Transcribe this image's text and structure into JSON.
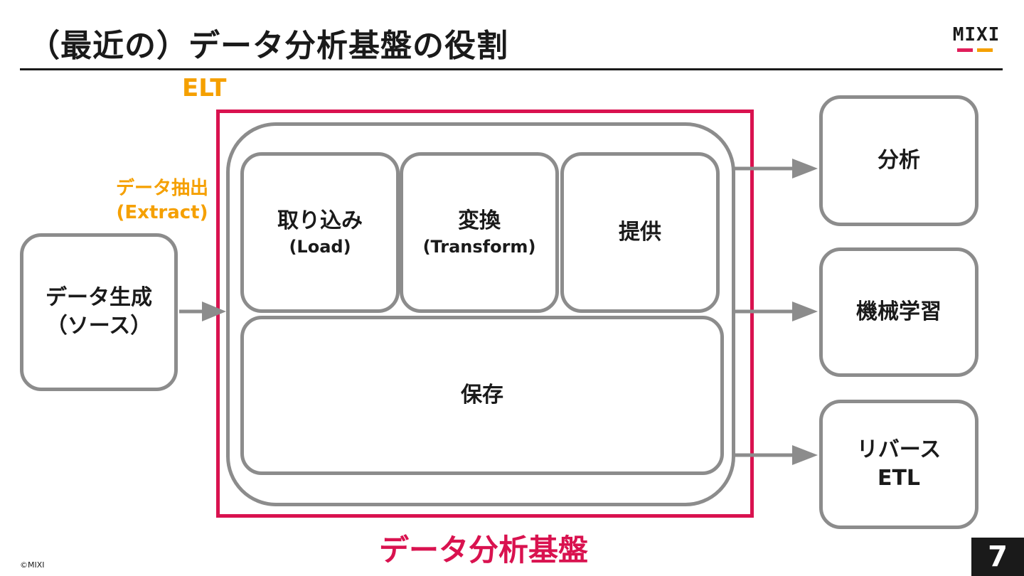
{
  "slide": {
    "title": "（最近の）データ分析基盤の役割",
    "logo_text": "MIXI",
    "copyright": "©MIXI",
    "page_number": "7"
  },
  "diagram": {
    "elt_label": "ELT",
    "extract_label_line1": "データ抽出",
    "extract_label_line2": "(Extract)",
    "source": {
      "line1": "データ生成",
      "line2": "（ソース）"
    },
    "load": {
      "title": "取り込み",
      "subtitle": "(Load)"
    },
    "transform": {
      "title": "変換",
      "subtitle": "(Transform)"
    },
    "provide": {
      "title": "提供"
    },
    "storage": {
      "title": "保存"
    },
    "platform_label": "データ分析基盤",
    "outputs": [
      {
        "line1": "分析",
        "line2": ""
      },
      {
        "line1": "機械学習",
        "line2": ""
      },
      {
        "line1": "リバース",
        "line2": "ETL"
      }
    ]
  },
  "colors": {
    "accent_red": "#d9124f",
    "accent_orange": "#f5a000",
    "box_gray": "#8c8c8c",
    "text_dark": "#1a1a1a"
  }
}
